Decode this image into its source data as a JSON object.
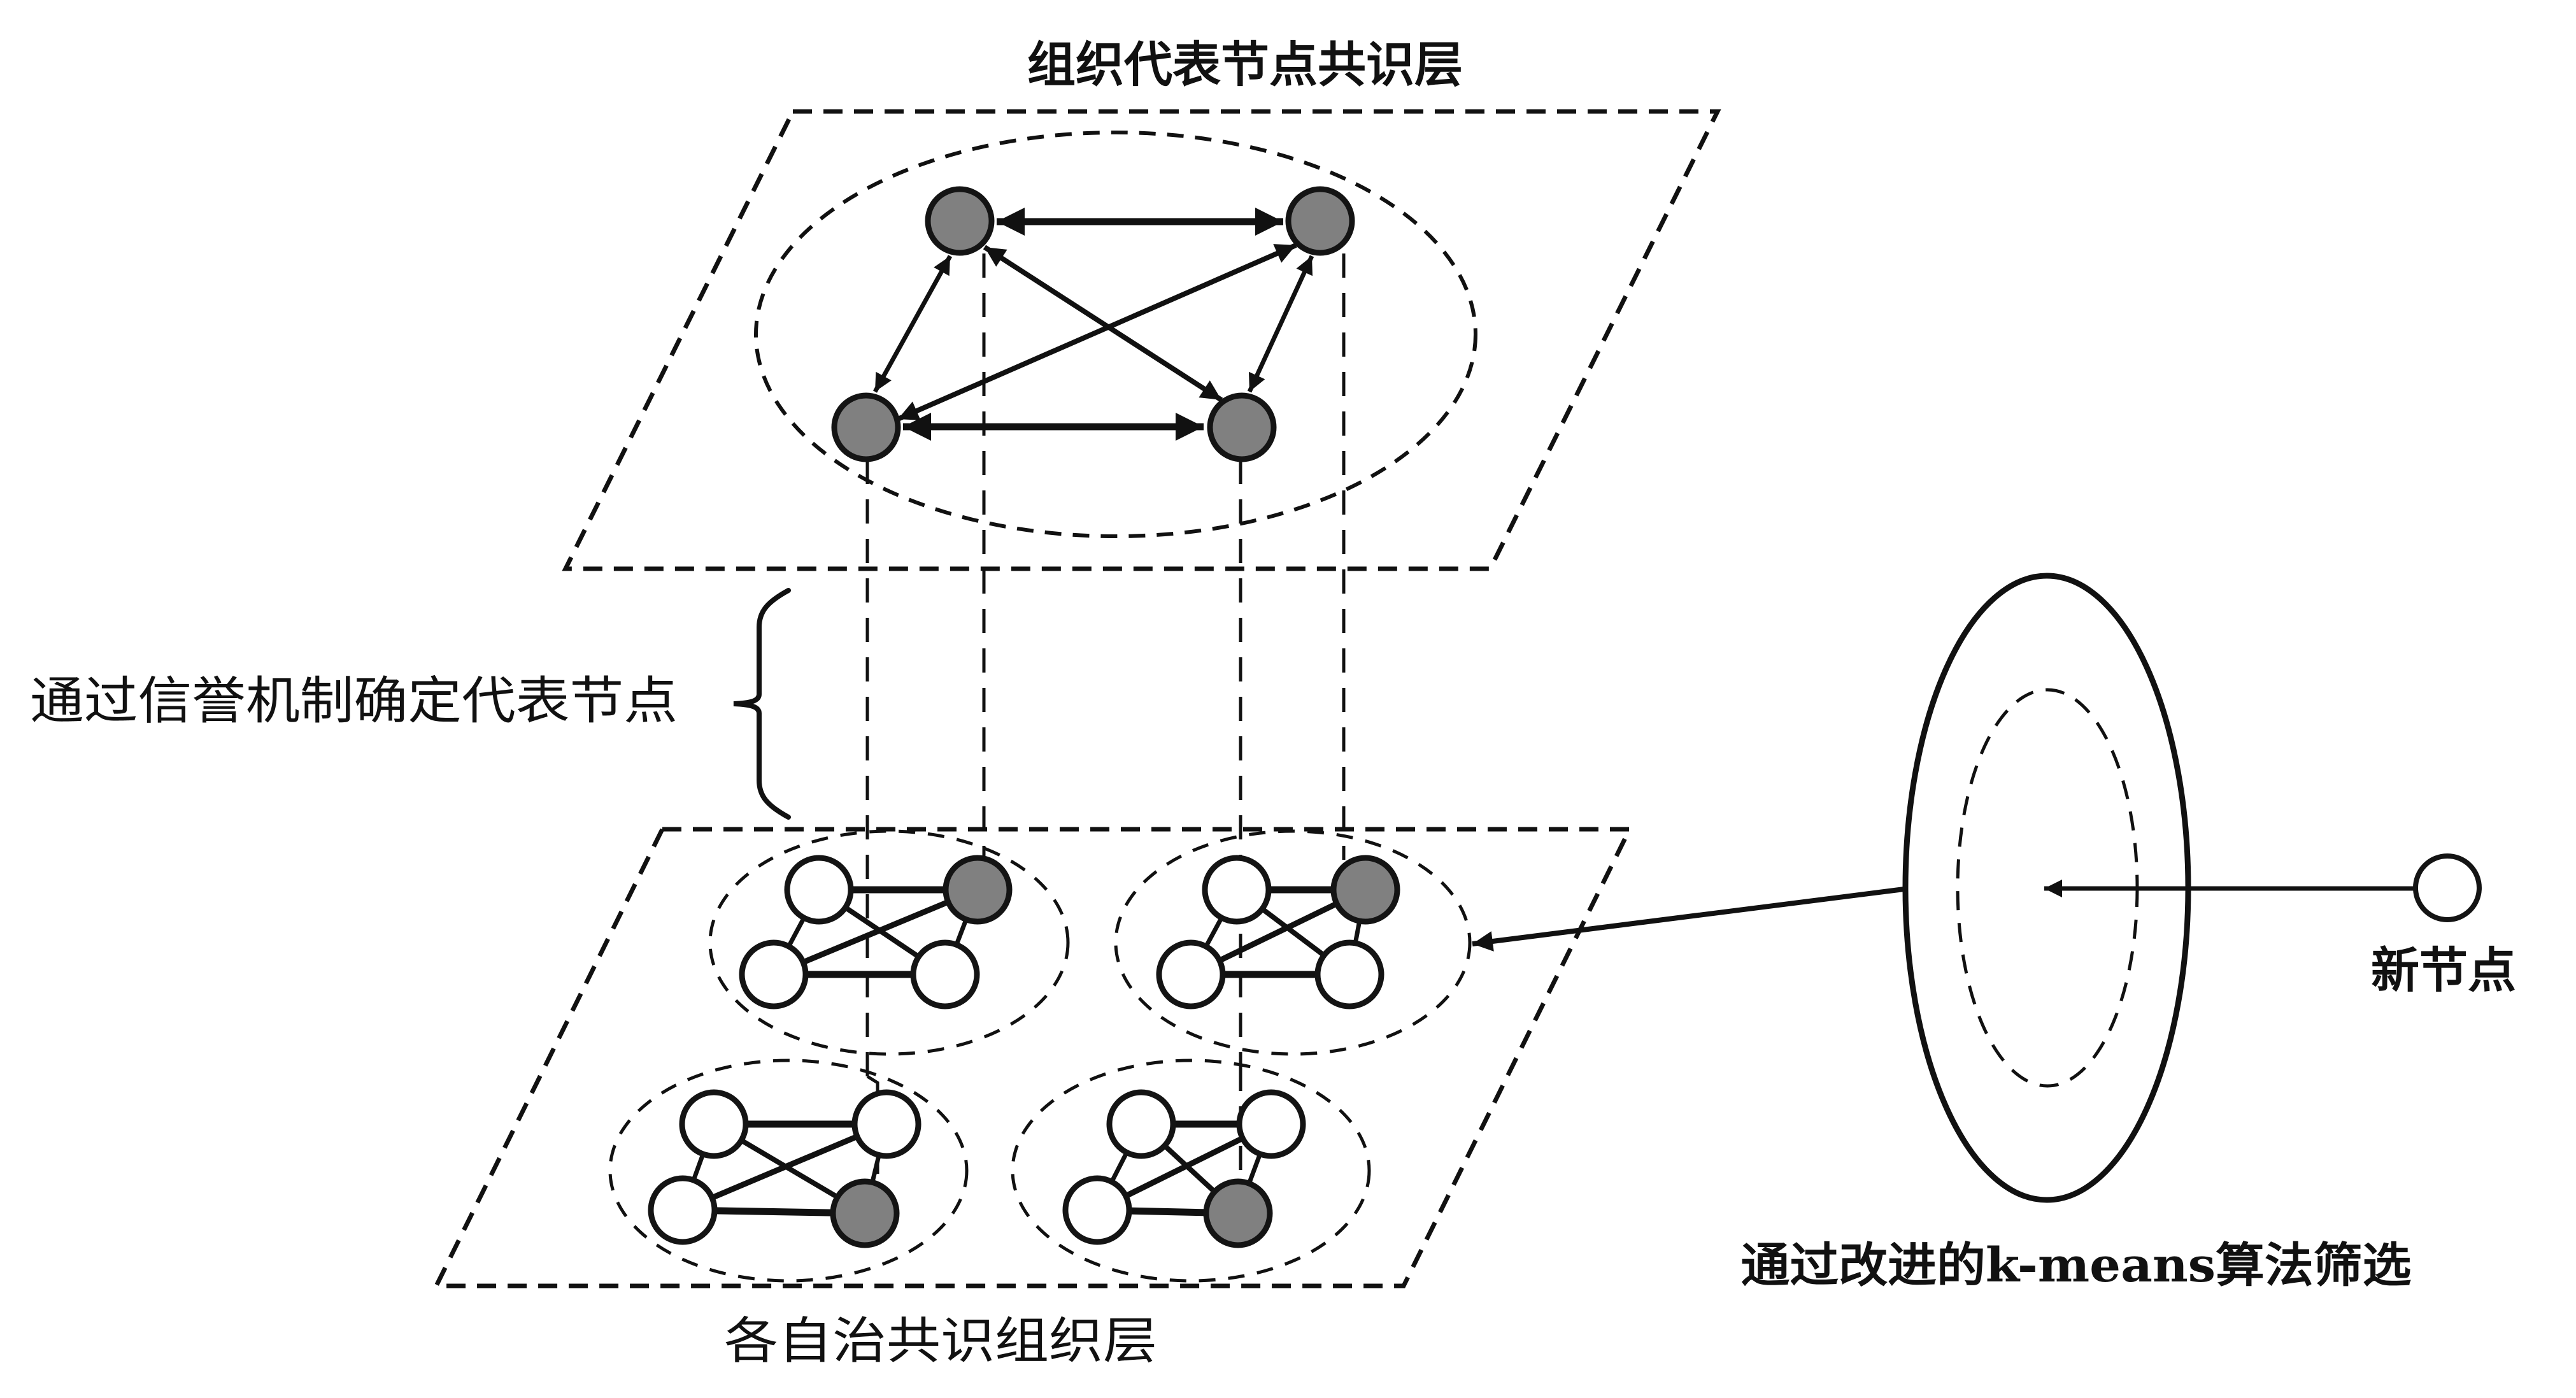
{
  "labels": {
    "top_layer": "组织代表节点共识层",
    "bottom_layer": "各自治共识组织层",
    "reputation": "通过信誉机制确定代表节点",
    "new_node": "新节点",
    "kmeans": "通过改进的k-means算法筛选"
  },
  "colors": {
    "representative_node": "#808080",
    "ordinary_node": "#ffffff",
    "stroke": "#141414"
  },
  "top_layer": {
    "representative_nodes": [
      "rep-1",
      "rep-2",
      "rep-3",
      "rep-4"
    ],
    "links": [
      {
        "from": "rep-1",
        "to": "rep-2",
        "type": "bidirectional"
      },
      {
        "from": "rep-3",
        "to": "rep-4",
        "type": "bidirectional"
      },
      {
        "from": "rep-1",
        "to": "rep-3",
        "type": "bidirectional"
      },
      {
        "from": "rep-2",
        "to": "rep-4",
        "type": "bidirectional"
      },
      {
        "from": "rep-1",
        "to": "rep-4",
        "type": "bidirectional"
      },
      {
        "from": "rep-2",
        "to": "rep-3",
        "type": "bidirectional"
      }
    ]
  },
  "bottom_layer": {
    "clusters": [
      {
        "id": "cluster-1",
        "representative": "top-right",
        "nodes": 4
      },
      {
        "id": "cluster-2",
        "representative": "top-right",
        "nodes": 4
      },
      {
        "id": "cluster-3",
        "representative": "bottom-right",
        "nodes": 4
      },
      {
        "id": "cluster-4",
        "representative": "bottom-right",
        "nodes": 4
      }
    ]
  },
  "flow": {
    "new_node_to": "k-means filter",
    "filter_to": "cluster-2"
  }
}
